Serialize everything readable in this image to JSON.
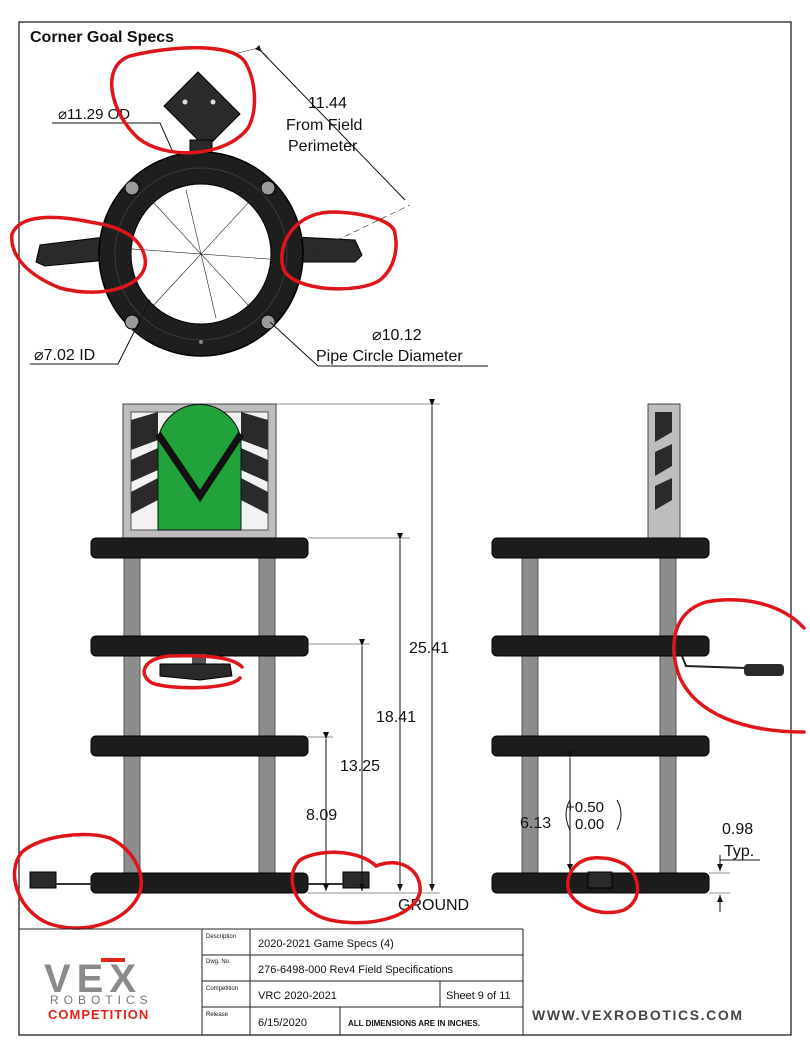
{
  "title": "Corner Goal Specs",
  "dimensions": {
    "od": "⌀11.29 OD",
    "id": "⌀7.02 ID",
    "perimeter_value": "11.44",
    "perimeter_line1": "From Field",
    "perimeter_line2": "Perimeter",
    "pipe_value": "⌀10.12",
    "pipe_label": "Pipe Circle Diameter",
    "height_total": "25.41",
    "height_3": "18.41",
    "height_2": "13.25",
    "height_1": "8.09",
    "side_gap": "6.13",
    "tol_plus": "+0.50",
    "tol_minus": "0.00",
    "typ_value": "0.98",
    "typ_label": "Typ.",
    "ground": "GROUND"
  },
  "title_block": {
    "description_label": "Description",
    "description_value": "2020-2021 Game Specs (4)",
    "dwg_label": "Dwg. No.",
    "dwg_value": "276-6498-000 Rev4 Field Specifications",
    "competition_label": "Competition",
    "competition_value": "VRC 2020-2021",
    "sheet": "Sheet 9 of 11",
    "release_label": "Release",
    "release_value": "6/15/2020",
    "units_note": "ALL DIMENSIONS ARE IN INCHES.",
    "website": "WWW.VEXROBOTICS.COM"
  },
  "logo": {
    "brand": "VEX",
    "line1": "ROBOTICS",
    "line2": "COMPETITION"
  },
  "colors": {
    "annotation_red": "#e0141b",
    "goal_green": "#22a23a",
    "plate_black": "#1c1c1c",
    "logo_red": "#e2231a"
  }
}
